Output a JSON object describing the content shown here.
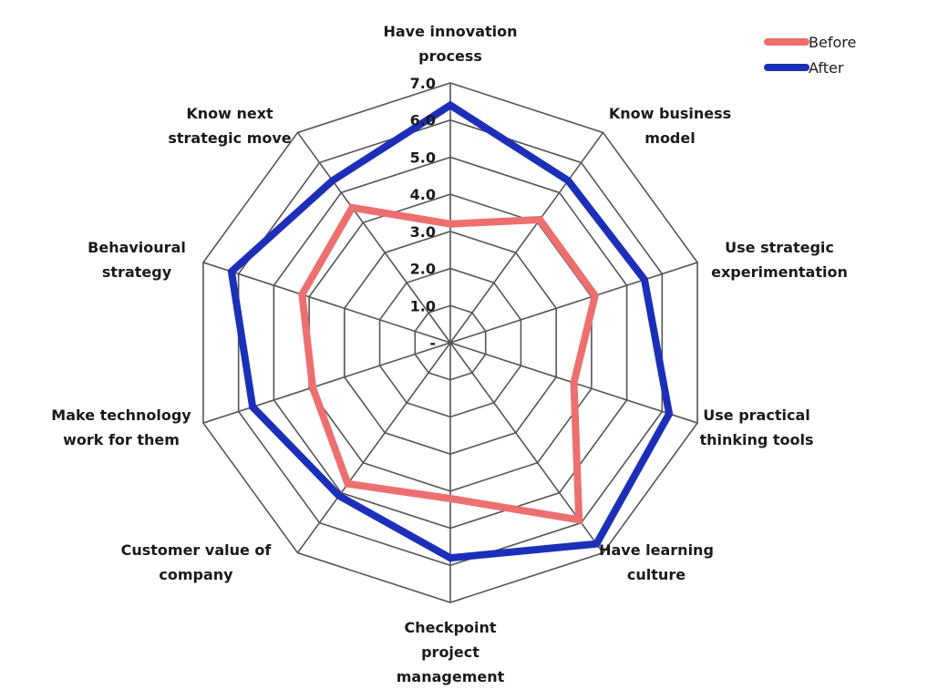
{
  "chart_data": {
    "type": "radar",
    "title": "",
    "categories": [
      [
        "Have innovation",
        "process"
      ],
      [
        "Know business",
        "model"
      ],
      [
        "Use strategic",
        "experimentation"
      ],
      [
        "Use practical",
        "thinking tools"
      ],
      [
        "Have learning",
        "culture"
      ],
      [
        "Checkpoint",
        "project",
        "management"
      ],
      [
        "Customer value of",
        "company"
      ],
      [
        "Make technology",
        "work for them"
      ],
      [
        "Behavioural",
        "strategy"
      ],
      [
        "Know next",
        "strategic move"
      ]
    ],
    "series": [
      {
        "name": "Before",
        "color": "#ed6f6f",
        "values": [
          3.2,
          4.1,
          4.1,
          3.5,
          5.9,
          4.2,
          4.7,
          3.9,
          4.2,
          4.5
        ]
      },
      {
        "name": "After",
        "color": "#1c2fb8",
        "values": [
          6.4,
          5.4,
          5.5,
          6.2,
          6.7,
          5.8,
          5.1,
          5.6,
          6.2,
          5.4
        ]
      }
    ],
    "rlim": [
      0,
      7
    ],
    "tick_labels": [
      "-",
      "1.0",
      "2.0",
      "3.0",
      "4.0",
      "5.0",
      "6.0",
      "7.0"
    ],
    "grid": true,
    "grid_color": "#555555",
    "legend_position": "top-right"
  }
}
